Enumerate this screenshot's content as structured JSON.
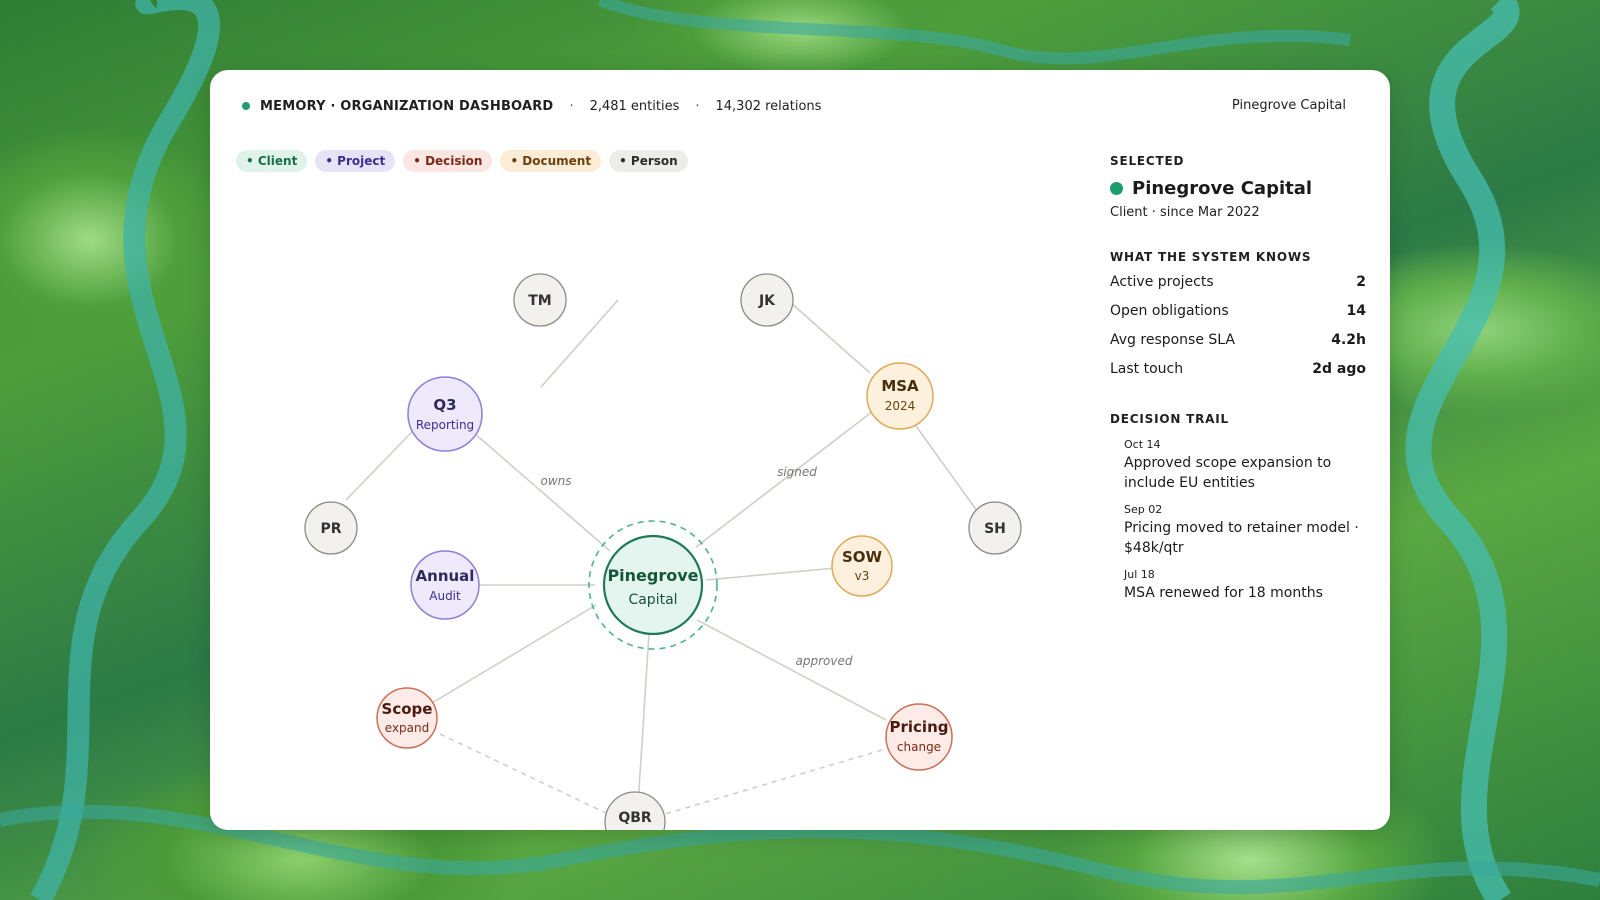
{
  "header": {
    "title": "MEMORY · ORGANIZATION DASHBOARD",
    "separator": "·",
    "entities": "2,481 entities",
    "relations": "14,302 relations",
    "org_name": "Pinegrove Capital"
  },
  "legend": [
    {
      "label": "• Client",
      "bg": "#dff3ea",
      "fg": "#16704c"
    },
    {
      "label": "• Project",
      "bg": "#e7e3f7",
      "fg": "#3d2f8f"
    },
    {
      "label": "• Decision",
      "bg": "#fbe7e1",
      "fg": "#7a2a1a"
    },
    {
      "label": "• Document",
      "bg": "#fbecd6",
      "fg": "#6b4210"
    },
    {
      "label": "• Person",
      "bg": "#ececea",
      "fg": "#2d2d2d"
    }
  ],
  "graph": {
    "nodes": [
      {
        "id": "center",
        "label": "Pinegrove",
        "sub": "Capital",
        "type": "client"
      },
      {
        "id": "q3",
        "label": "Q3",
        "sub": "Reporting",
        "type": "project"
      },
      {
        "id": "audit",
        "label": "Annual",
        "sub": "Audit",
        "type": "project"
      },
      {
        "id": "msa",
        "label": "MSA",
        "sub": "2024",
        "type": "document"
      },
      {
        "id": "sow",
        "label": "SOW",
        "sub": "v3",
        "type": "document"
      },
      {
        "id": "scope",
        "label": "Scope",
        "sub": "expand",
        "type": "decision"
      },
      {
        "id": "pricing",
        "label": "Pricing",
        "sub": "change",
        "type": "decision"
      },
      {
        "id": "tm",
        "label": "TM",
        "sub": "",
        "type": "person"
      },
      {
        "id": "jk",
        "label": "JK",
        "sub": "",
        "type": "person"
      },
      {
        "id": "pr",
        "label": "PR",
        "sub": "",
        "type": "person"
      },
      {
        "id": "sh",
        "label": "SH",
        "sub": "",
        "type": "person"
      },
      {
        "id": "qbr",
        "label": "QBR",
        "sub": "",
        "type": "person"
      }
    ],
    "edge_labels": {
      "owns": "owns",
      "signed": "signed",
      "approved": "approved"
    }
  },
  "side": {
    "selected_heading": "SELECTED",
    "selected_name": "Pinegrove Capital",
    "selected_sub": "Client · since Mar 2022",
    "knows_heading": "WHAT THE SYSTEM KNOWS",
    "facts": [
      {
        "label": "Active projects",
        "value": "2"
      },
      {
        "label": "Open obligations",
        "value": "14"
      },
      {
        "label": "Avg response SLA",
        "value": "4.2h"
      },
      {
        "label": "Last touch",
        "value": "2d ago"
      }
    ],
    "trail_heading": "DECISION TRAIL",
    "trail": [
      {
        "date": "Oct 14",
        "text": "Approved scope expansion to include EU entities"
      },
      {
        "date": "Sep 02",
        "text": "Pricing moved to retainer model · $48k/qtr"
      },
      {
        "date": "Jul 18",
        "text": "MSA renewed for 18 months"
      }
    ]
  },
  "colors": {
    "client_fill": "#e3f5ee",
    "client_stroke": "#1f7a55",
    "project_fill": "#eeeafb",
    "project_stroke": "#8b80d6",
    "document_fill": "#fdf1de",
    "document_stroke": "#e0a85a",
    "decision_fill": "#fcebe6",
    "decision_stroke": "#c9705a",
    "person_fill": "#f2f1ee",
    "person_stroke": "#8a8a86"
  }
}
